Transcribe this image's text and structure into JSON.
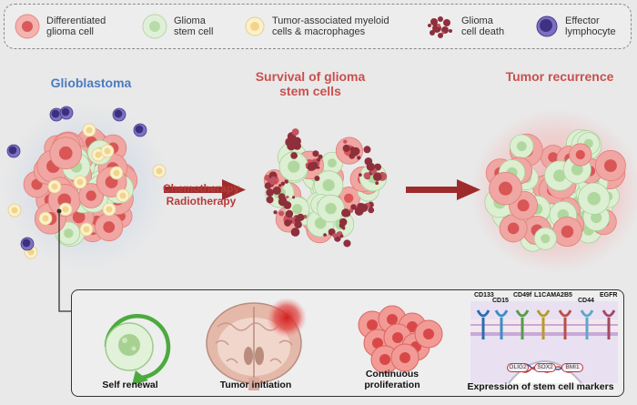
{
  "legend": {
    "differentiated": "Differentiated\nglioma cell",
    "stem": "Glioma\nstem cell",
    "myeloid": "Tumor-associated myeloid\ncells & macrophages",
    "death": "Glioma\ncell death",
    "effector": "Effector\nlymphocyte"
  },
  "stages": {
    "glioblastoma": "Glioblastoma",
    "survival": "Survival of glioma\nstem cells",
    "recurrence": "Tumor recurrence"
  },
  "therapy": {
    "chemo": "Chemotherapy",
    "radio": "Radiotherapy"
  },
  "panel": {
    "self_renewal": "Self renewal",
    "tumor_initiation": "Tumor initiation",
    "continuous_proliferation": "Continuous\nproliferation",
    "markers_title": "Expression of stem cell markers",
    "markers": [
      "CD133",
      "CD15",
      "CD49f",
      "L1CAM",
      "A2B5",
      "CD44",
      "EGFR"
    ],
    "genes": [
      "OLIG2",
      "SOX2",
      "BMI1"
    ]
  },
  "colors": {
    "differentiated": "#e58c8c",
    "stem": "#cfe8c8",
    "myeloid": "#f6e3a6",
    "death": "#8e2f3b",
    "effector": "#5b4d9e",
    "arrow": "#9e2b2b",
    "renewal_arrow": "#4caa3e"
  }
}
